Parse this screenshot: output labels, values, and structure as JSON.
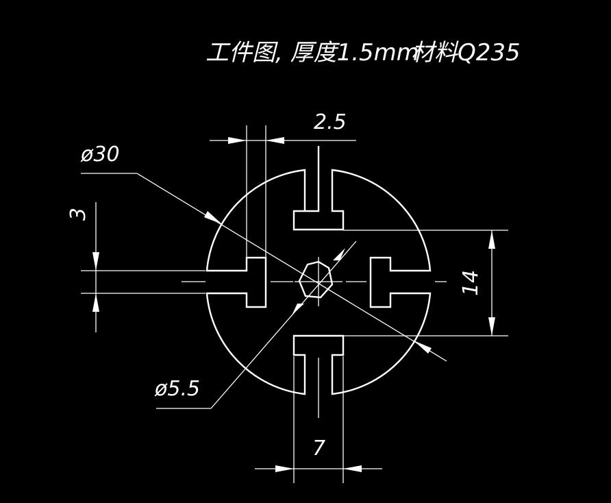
{
  "drawing": {
    "title": "工件图, 厚度1.5mm",
    "material": "材料Q235",
    "background_color": "#000000",
    "line_color": "#ffffff"
  },
  "dimensions": {
    "outer_diameter": "ø30",
    "hole_diameter": "ø5.5",
    "slot_width": "2.5",
    "slot_gap": "3",
    "tab_span": "14",
    "tab_width": "7"
  }
}
